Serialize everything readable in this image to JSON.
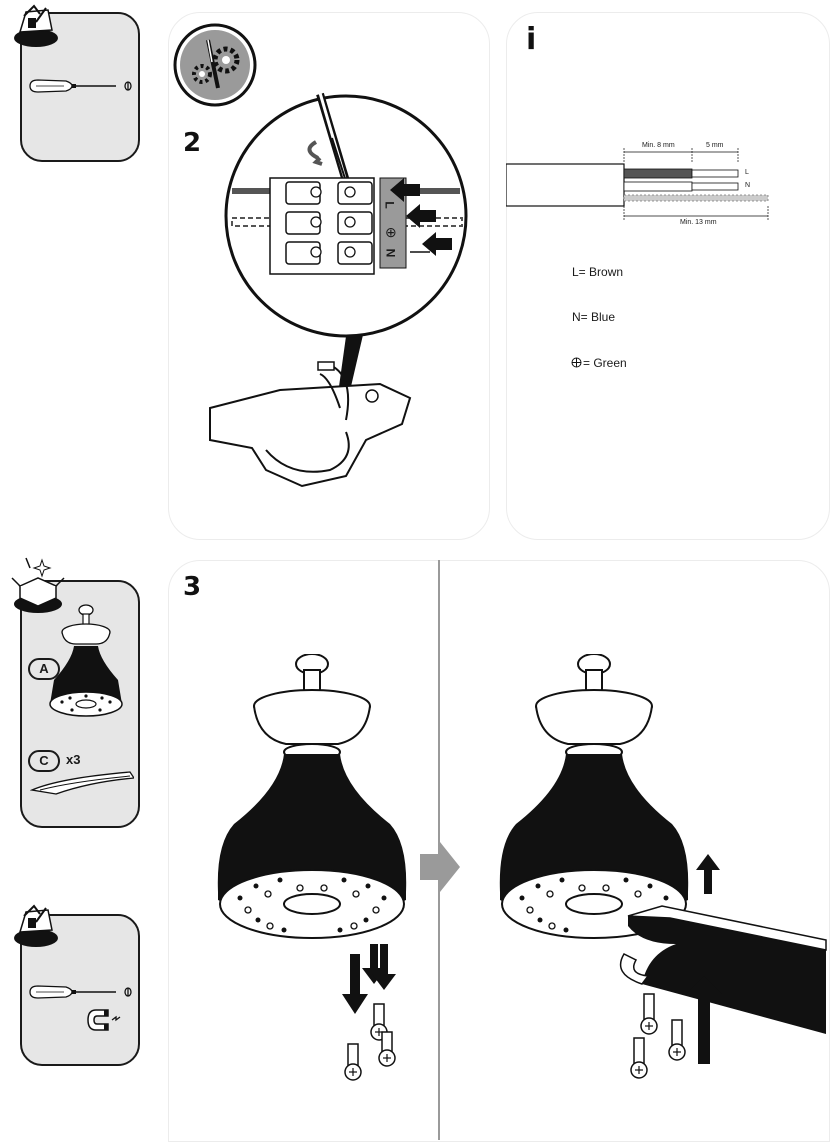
{
  "steps": {
    "wiring": {
      "number": "2"
    },
    "info": {
      "letter": "i",
      "dim_min8": "Min. 8 mm",
      "dim_5mm": "5 mm",
      "dim_min13": "Min. 13 mm",
      "label_L": "L",
      "label_N": "N",
      "legend": [
        {
          "text": "L= Brown"
        },
        {
          "text": "N= Blue"
        },
        {
          "text": "= Green"
        }
      ]
    },
    "assembly": {
      "number": "3"
    }
  },
  "terminal_labels": [
    "L",
    "⊕",
    "N"
  ],
  "parts": [
    {
      "id": "A",
      "qty": ""
    },
    {
      "id": "C",
      "qty": "x3"
    }
  ],
  "icons": {
    "toolbox": "toolbox-icon",
    "screwdriver": "screwdriver-icon",
    "magnet": "magnet-icon",
    "gears": "gears-screwdriver-icon",
    "new_box": "package-contents-icon"
  },
  "colors": {
    "card_bg": "#e6e6e6",
    "arrow_gray": "#9a9a9a",
    "line_dark": "#1a1a1a"
  }
}
